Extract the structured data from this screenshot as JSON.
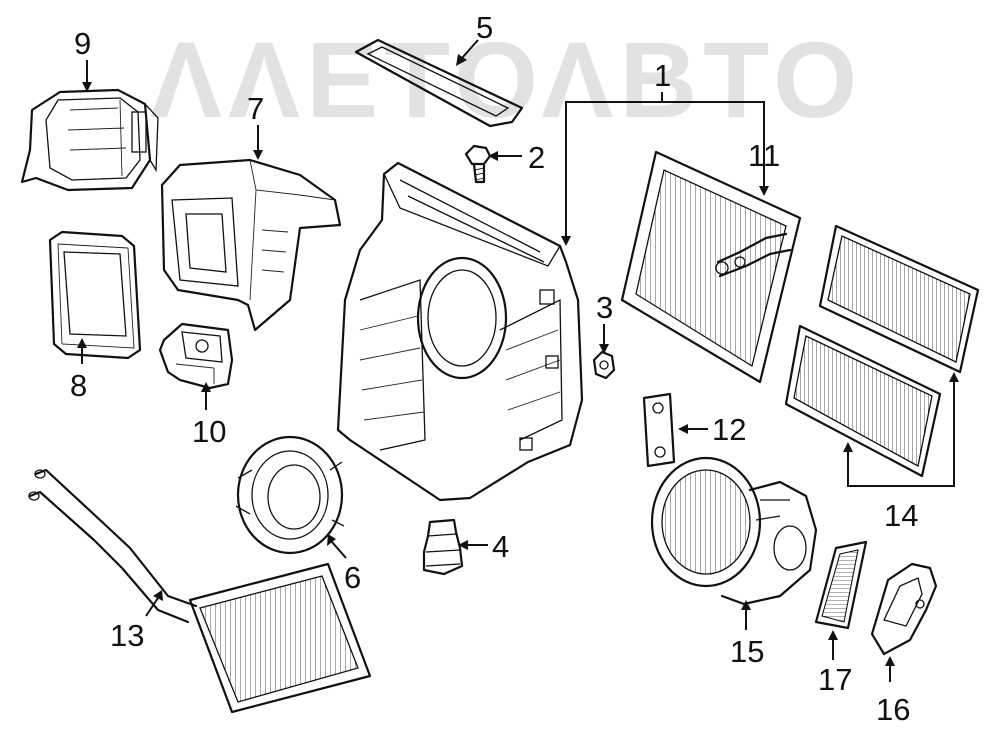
{
  "watermark": {
    "text": "ΛΛΕΤΟΛΒΤΟ"
  },
  "callouts": {
    "c1": "1",
    "c2": "2",
    "c3": "3",
    "c4": "4",
    "c5": "5",
    "c6": "6",
    "c7": "7",
    "c8": "8",
    "c9": "9",
    "c10": "10",
    "c11": "11",
    "c12": "12",
    "c13": "13",
    "c14": "14",
    "c15": "15",
    "c16": "16",
    "c17": "17"
  },
  "colors": {
    "line": "#111111",
    "background": "#ffffff",
    "watermark": "#969696"
  }
}
